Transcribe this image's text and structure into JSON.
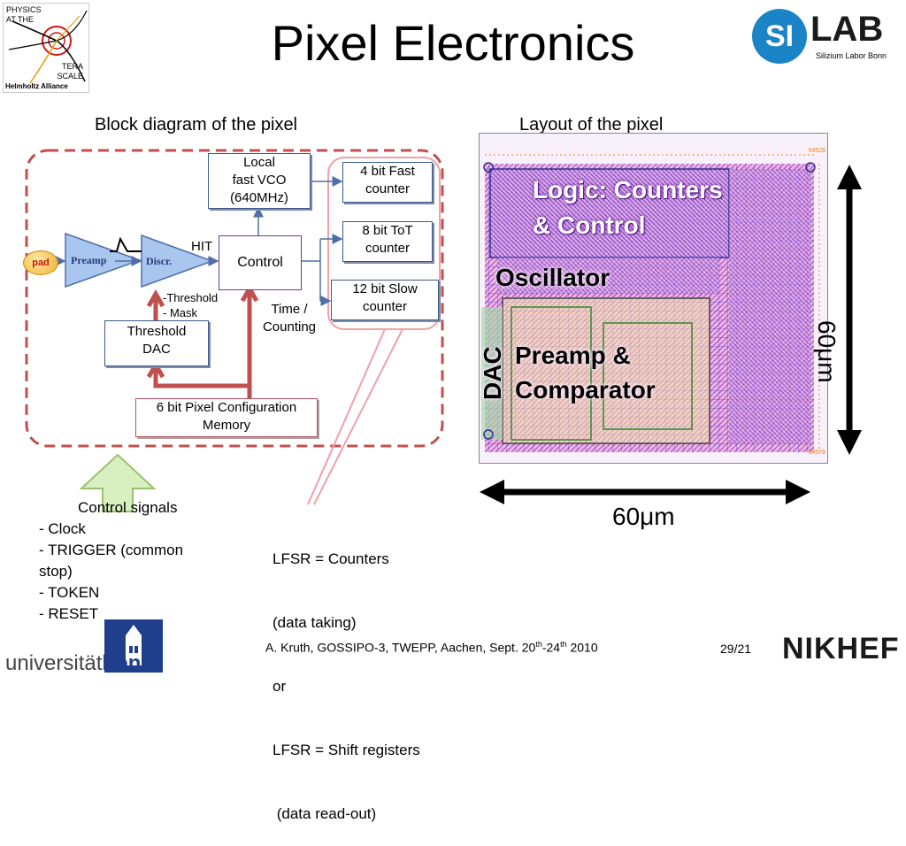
{
  "header": {
    "title": "Pixel Electronics",
    "logo_left_lines": [
      "PHYSICS",
      "AT THE",
      "TERA",
      "SCALE",
      "Helmholtz Alliance"
    ],
    "logo_right_si": "SI",
    "logo_right_lab": "LAB",
    "logo_right_sub": "Silizium Labor Bonn"
  },
  "left_panel": {
    "caption": "Block diagram of the pixel",
    "pad": "pad",
    "preamp": "Preamp",
    "discr": "Discr.",
    "hit": "HIT",
    "control": "Control",
    "vco": [
      "Local",
      "fast VCO",
      "(640MHz)"
    ],
    "counters": [
      [
        "4 bit Fast",
        "counter"
      ],
      [
        "8 bit ToT",
        "counter"
      ],
      [
        "12 bit Slow",
        "counter"
      ]
    ],
    "threshold_notes": [
      "-Threshold",
      "- Mask"
    ],
    "time_counting": [
      "Time /",
      "Counting"
    ],
    "threshold_dac": [
      "Threshold",
      "DAC"
    ],
    "config_memory": [
      "6 bit Pixel Configuration",
      "Memory"
    ],
    "control_signals": {
      "heading": "Control signals",
      "items": [
        "-  Clock",
        "-  TRIGGER (common",
        "stop)",
        "-  TOKEN",
        "-  RESET"
      ]
    },
    "lfsr_notes": [
      "LFSR = Counters",
      "(data taking)",
      "or",
      "LFSR = Shift registers",
      " (data read-out)"
    ]
  },
  "right_panel": {
    "caption": "Layout of the pixel",
    "labels": {
      "logic": [
        "Logic:  Counters",
        "& Control"
      ],
      "oscillator": "Oscillator",
      "dac": "DAC",
      "preamp": [
        "Preamp &",
        "Comparator"
      ]
    },
    "dimension_vertical": "60μm",
    "dimension_horizontal": "60μm",
    "corner_top": "54528",
    "corner_bottom": "54578"
  },
  "footer": {
    "uni_name_regular": "universität",
    "uni_name_bold": "bonn",
    "citation_main": "A. Kruth, GOSSIPO-3, TWEPP, Aachen, Sept. 20",
    "citation_sup1": "th",
    "citation_mid": "-24",
    "citation_sup2": "th",
    "citation_end": " 2010",
    "page": "29/21",
    "nikhef": "NIKHEF"
  },
  "colors": {
    "accent_red": "#c0504d",
    "arrow_blue": "#4f6fa8",
    "lab_blue": "#1b84c6",
    "chip_magenta": "#cc33cc"
  }
}
